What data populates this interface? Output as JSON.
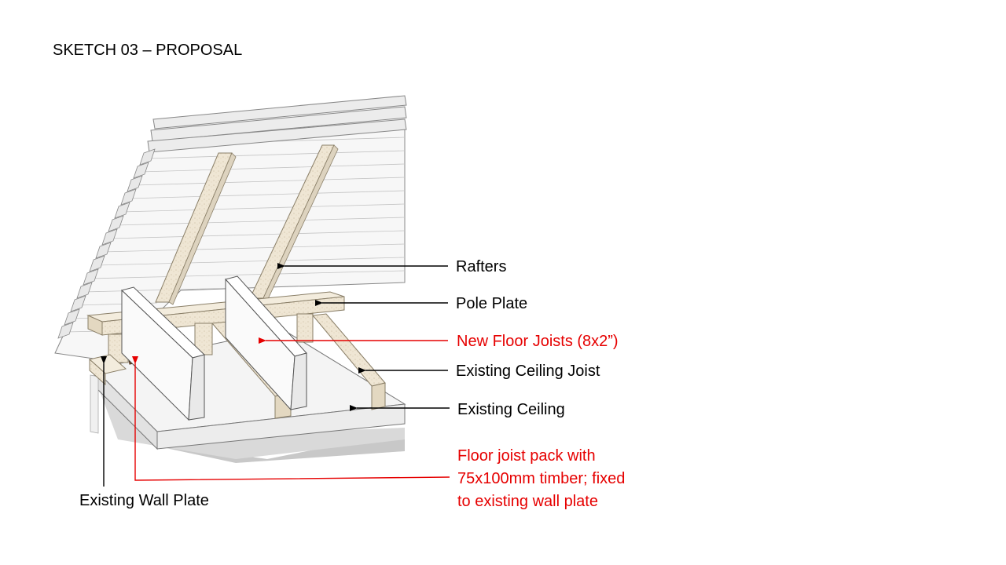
{
  "title": "SKETCH 03 – PROPOSAL",
  "labels": {
    "rafters": "Rafters",
    "pole_plate": "Pole Plate",
    "new_floor_joists": "New Floor Joists (8x2”)",
    "existing_ceiling_joist": "Existing Ceiling Joist",
    "existing_ceiling": "Existing Ceiling",
    "existing_wall_plate": "Existing Wall Plate"
  },
  "note": {
    "line1": "Floor joist pack with",
    "line2": "75x100mm timber; fixed",
    "line3": "to existing wall plate"
  },
  "colors": {
    "annotation_red": "#e60000",
    "annotation_black": "#000000",
    "timber": "#efe6d4",
    "new_joist": "#ffffff",
    "shadow": "#c8c8c8"
  }
}
